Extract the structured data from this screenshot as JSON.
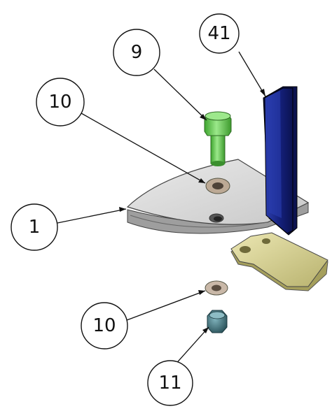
{
  "balloons": {
    "b41": "41",
    "b9": "9",
    "b10_upper": "10",
    "b1": "1",
    "b10_lower": "10",
    "b11": "11"
  },
  "part_colors": {
    "plate": "#d8d8d8",
    "bolt": "#6fd05a",
    "post": "#1a2a8c",
    "bracket": "#d9d49a",
    "washer": "#c9b8a8",
    "nut": "#3a6f78"
  }
}
